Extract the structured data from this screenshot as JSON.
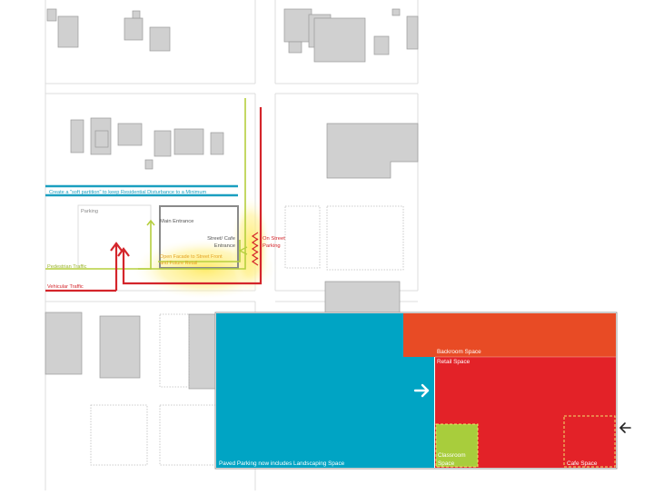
{
  "colors": {
    "building": "#d0d0d0",
    "building_stroke": "#9a9a9a",
    "grid": "#dcdcdc",
    "pedestrian": "#b5cf3e",
    "vehicular": "#d4252b",
    "partition": "#1a9fc0",
    "glow": "#ffe95a",
    "parking_blue": "#00a4c4",
    "backroom_orange": "#e84b25",
    "retail_red": "#e32228",
    "classroom_green": "#a8cd3c",
    "dashed_outline": "#f2e16b",
    "orange_text": "#e4a224"
  },
  "labels": {
    "partition": "Create a \"soft partition\" to keep Residential Disturbance to a Minimum",
    "parking": "Parking",
    "main_entrance": "Main Entrance",
    "street_cafe_line1": "Street/ Cafe",
    "street_cafe_line2": "Entrance",
    "on_street_line1": "On Street",
    "on_street_line2": "Parking",
    "open_facade_line1": "Open Facade to Street Front",
    "open_facade_line2": "and Future Retail",
    "pedestrian": "Pedestrian Traffic",
    "vehicular": "Vehicular Traffic"
  },
  "plan": {
    "paved_parking": "Paved Parking now includes Landscaping Space",
    "backroom": "Backroom Space",
    "retail": "Retail Space",
    "classroom_line1": "Classroom",
    "classroom_line2": "Space",
    "cafe": "Cafe Space"
  },
  "icons": {
    "inner_arrow": "right-arrow-icon",
    "edge_arrow": "left-arrow-icon"
  }
}
